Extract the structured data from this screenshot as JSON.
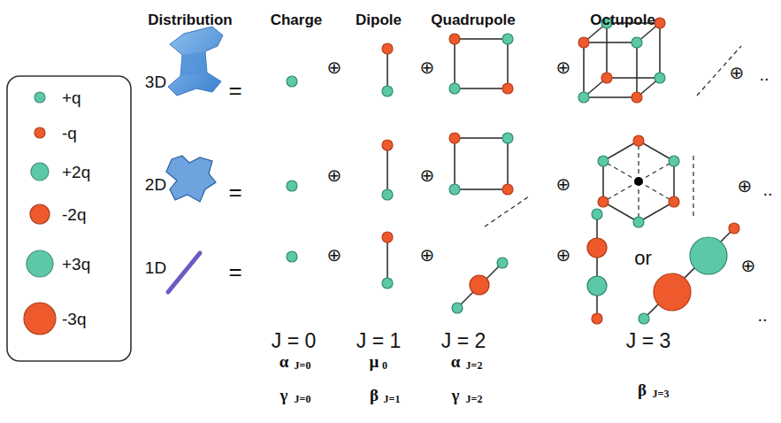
{
  "diagram": {
    "labels": [
      "Distribution",
      "Charge",
      "Dipole",
      "Quadrupole",
      "Octupole",
      "3D",
      "2D",
      "1D",
      "=",
      "=",
      "=",
      "⊕",
      "⊕",
      "⊕",
      "⊕",
      "..",
      "⊕",
      "⊕",
      "⊕",
      "⊕",
      "..",
      "⊕",
      "⊕",
      "⊕",
      "⊕",
      "..",
      "or",
      "J = 0",
      "α",
      "J=0",
      "γ",
      "J=0",
      "J = 1",
      "μ",
      "0",
      "β",
      "J=1",
      "J = 2",
      "α",
      "J=2",
      "γ",
      "J=2",
      "J = 3",
      "β",
      "J=3"
    ],
    "legend": [
      {
        "text": "+q",
        "color": "#5cc8a8"
      },
      {
        "text": "-q",
        "color": "#ee5a2c"
      },
      {
        "text": "+2q",
        "color": "#5cc8a8"
      },
      {
        "text": "-2q",
        "color": "#ee5a2c"
      },
      {
        "text": "+3q",
        "color": "#5cc8a8"
      },
      {
        "text": "-3q",
        "color": "#ee5a2c"
      }
    ]
  }
}
